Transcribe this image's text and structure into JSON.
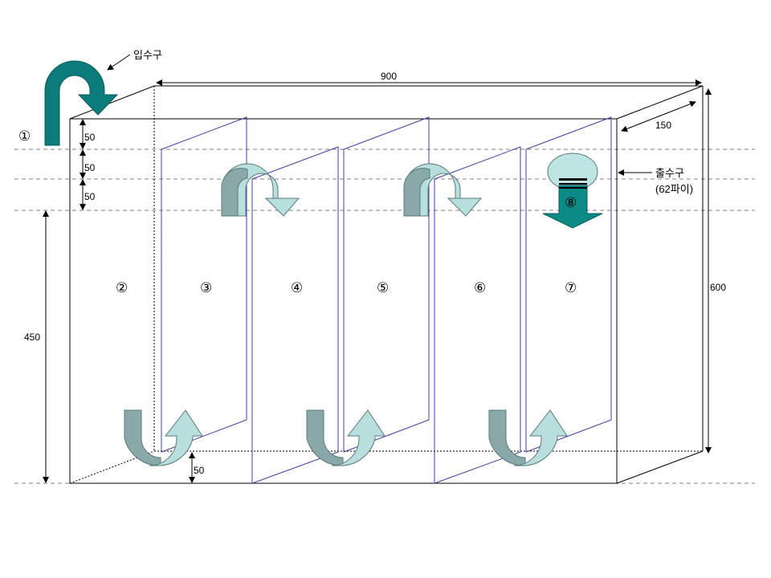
{
  "labels": {
    "inlet": "입수구",
    "outlet_line1": "출수구",
    "outlet_line2": "(62파이)"
  },
  "dimensions": {
    "length": "900",
    "depth": "150",
    "height": "600",
    "lower_height": "450",
    "gap_top_1": "50",
    "gap_top_2": "50",
    "gap_top_3": "50",
    "gap_bottom": "50"
  },
  "chambers": [
    "①",
    "②",
    "③",
    "④",
    "⑤",
    "⑥",
    "⑦",
    "⑧"
  ],
  "colors": {
    "box_line": "#000000",
    "baffle_line": "#4040a0",
    "guide_line": "#808080",
    "inlet_arrow": "#0b7b7b",
    "flow_dark": "#8aa8a8",
    "flow_light": "#b8dede",
    "outlet_arrow": "#0b8a86",
    "outlet_cap": "#bfe4e4"
  },
  "icons": {
    "inlet": "u-turn-down-arrow-icon",
    "flow_over": "flow-over-arrow-icon",
    "flow_under": "flow-under-arrow-icon",
    "outlet": "down-arrow-icon"
  }
}
